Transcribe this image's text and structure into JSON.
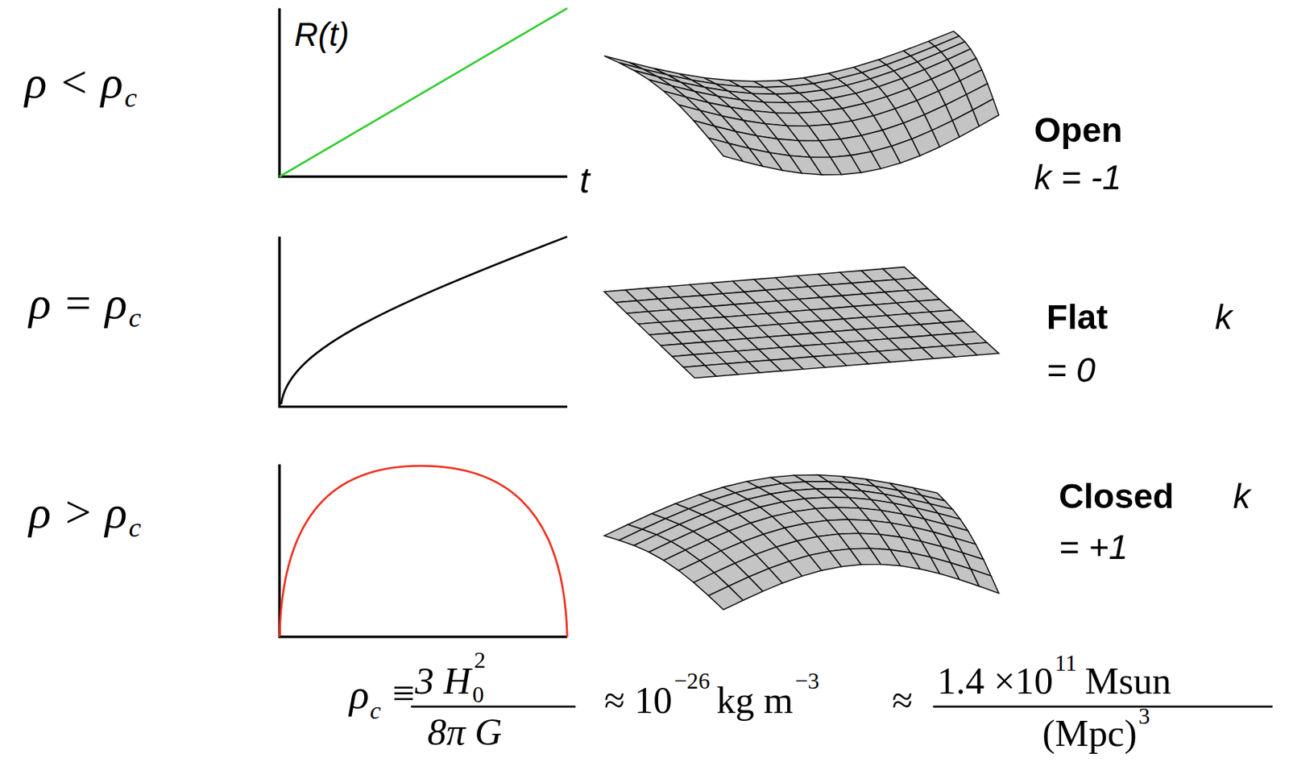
{
  "diagram": {
    "labels": [
      "ρ < ρ",
      "c",
      "R(t)",
      "t",
      "Open",
      "k = -1",
      "ρ = ρ",
      "c",
      "Flat",
      "k",
      "= 0",
      "ρ > ρ",
      "c",
      "Closed",
      "k",
      "= +1",
      "ρ",
      "c",
      "≡",
      "3 H",
      "0",
      "2",
      "8π G",
      "≈ 10",
      "−26",
      "kg m",
      "−3",
      "≈",
      "1.4 ×10",
      "11",
      "Msun",
      "(Mpc)",
      "3"
    ]
  }
}
